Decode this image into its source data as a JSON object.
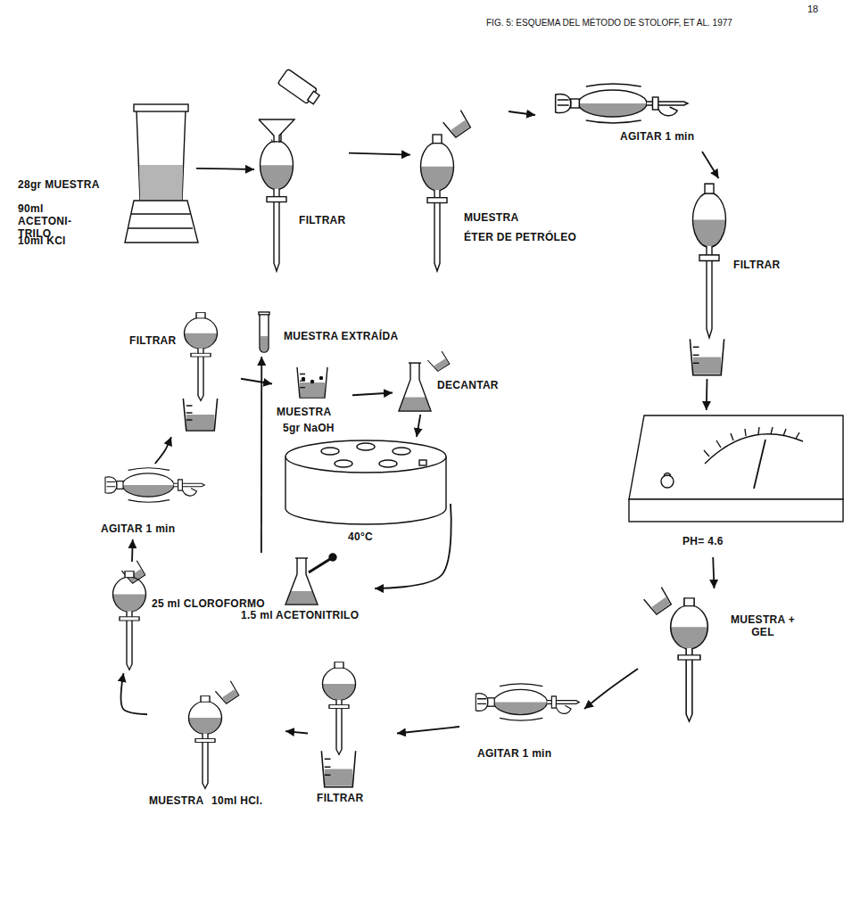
{
  "diagram": {
    "title": "FIG. 5: ESQUEMA DEL MÉTODO DE STOLOFF, ET AL. 1977",
    "nodes": [
      {
        "text": [
          "28gr MUESTRA",
          "90ml ACETONI- TRILO",
          "10ml KCl"
        ]
      },
      {
        "text": [
          "FILTRAR"
        ]
      },
      {
        "text": [
          "MUESTRA",
          "ÉTER DE PETRÓLEO"
        ]
      },
      {
        "text": [
          "AGITAR 1 min"
        ]
      },
      {
        "text": [
          "FILTRAR"
        ]
      },
      {
        "text": [
          "PH= 4.6"
        ]
      },
      {
        "text": [
          "MUESTRA + GEL"
        ]
      },
      {
        "text": [
          "AGITAR 1 min"
        ]
      },
      {
        "text": [
          "FILTRAR"
        ]
      },
      {
        "text": [
          "MUESTRA",
          "10ml HCl."
        ]
      },
      {
        "text": [
          "25 ml CLOROFORMO"
        ]
      },
      {
        "text": [
          "AGITAR 1 min"
        ]
      },
      {
        "text": [
          "FILTRAR"
        ]
      },
      {
        "text": [
          "MUESTRA",
          "5gr NaOH"
        ]
      },
      {
        "text": [
          "DECANTAR"
        ]
      },
      {
        "text": [
          "40°C"
        ]
      },
      {
        "text": [
          "1.5 ml ACETONITRILO"
        ]
      },
      {
        "text": [
          "MUESTRA EXTRAÍDA"
        ]
      }
    ],
    "edges": [
      {
        "from": 0,
        "to": 1,
        "arrow": "to"
      },
      {
        "from": 1,
        "to": 2,
        "arrow": "to"
      },
      {
        "from": 2,
        "to": 3,
        "arrow": "to"
      },
      {
        "from": 3,
        "to": 4,
        "arrow": "to"
      },
      {
        "from": 4,
        "to": 5,
        "arrow": "to"
      },
      {
        "from": 5,
        "to": 6,
        "arrow": "to"
      },
      {
        "from": 6,
        "to": 7,
        "arrow": "to"
      },
      {
        "from": 7,
        "to": 8,
        "arrow": "to"
      },
      {
        "from": 8,
        "to": 9,
        "arrow": "to"
      },
      {
        "from": 9,
        "to": 10,
        "arrow": "to"
      },
      {
        "from": 10,
        "to": 11,
        "arrow": "to"
      },
      {
        "from": 11,
        "to": 12,
        "arrow": "to"
      },
      {
        "from": 12,
        "to": 13,
        "arrow": "to"
      },
      {
        "from": 13,
        "to": 14,
        "arrow": "to"
      },
      {
        "from": 14,
        "to": 15,
        "arrow": "to"
      },
      {
        "from": 15,
        "to": 16,
        "arrow": "to"
      },
      {
        "from": 16,
        "to": 17,
        "arrow": "to"
      }
    ],
    "labels": [
      "18"
    ]
  }
}
